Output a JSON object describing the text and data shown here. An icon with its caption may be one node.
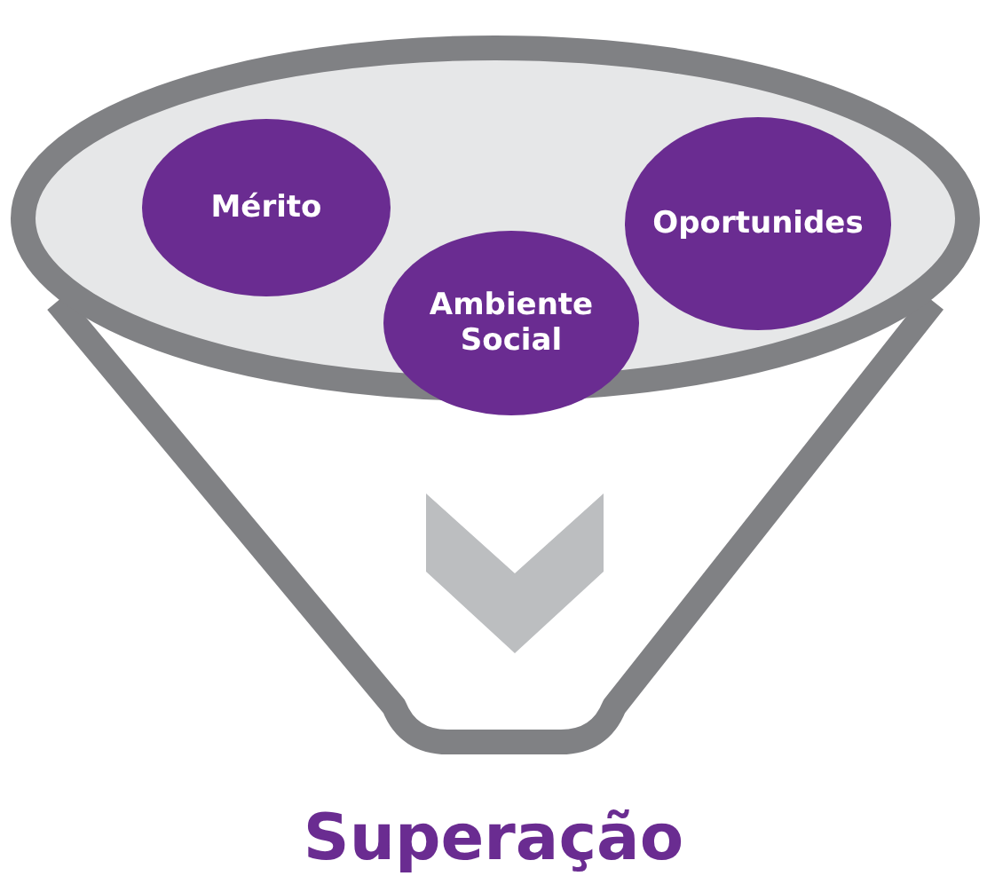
{
  "diagram": {
    "nodes": [
      {
        "text": [
          "Mérito"
        ]
      },
      {
        "text": [
          "Ambiente Social"
        ]
      },
      {
        "text": [
          "Oportunides"
        ]
      },
      {
        "text": [
          "Superação"
        ]
      }
    ]
  }
}
